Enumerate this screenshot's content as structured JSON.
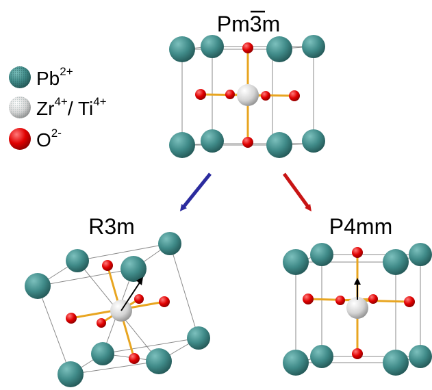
{
  "structures": {
    "cubic": {
      "name_prefix": "Pm",
      "name_bar": "3",
      "name_suffix": "m"
    },
    "rhombohedral": {
      "name": "R3m"
    },
    "tetragonal": {
      "name": "P4mm"
    }
  },
  "legend": {
    "pb": {
      "symbol": "Pb",
      "charge": "2+"
    },
    "zrti": {
      "symbol1": "Zr",
      "charge1": "4+",
      "separator": "/ ",
      "symbol2": "Ti",
      "charge2": "4+"
    },
    "o": {
      "symbol": "O",
      "charge": "2-"
    }
  },
  "colors": {
    "pb": "#3f8a88",
    "zrti": "#d4d4d4",
    "o": "#e00000",
    "bond": "#e8a520",
    "arrow_rhombohedral": "#2b2b9e",
    "arrow_tetragonal": "#c81414",
    "cell_edge": "#8a8a8a"
  }
}
